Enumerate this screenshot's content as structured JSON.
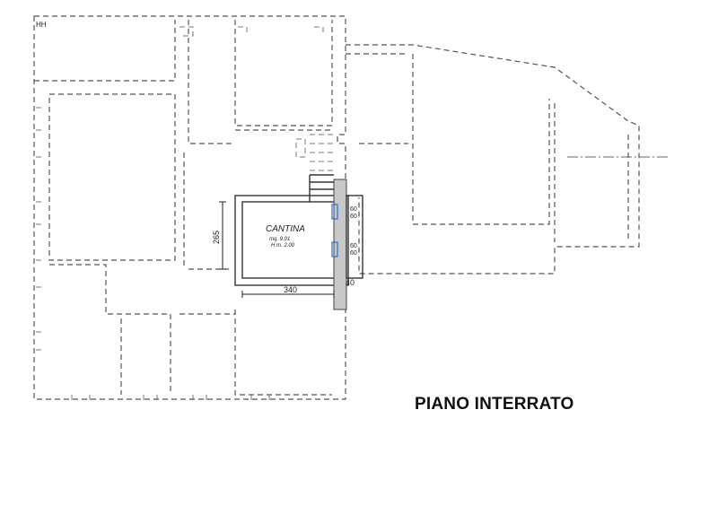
{
  "plan": {
    "title": "PIANO INTERRATO",
    "corner_mark": "HH",
    "room": {
      "name": "CANTINA",
      "area": "mq. 9.01",
      "height": "H m. 2.00"
    },
    "dimensions": {
      "width": "340",
      "depth": "265",
      "wall": "40",
      "openings": [
        "60",
        "60",
        "60",
        "60"
      ]
    }
  }
}
